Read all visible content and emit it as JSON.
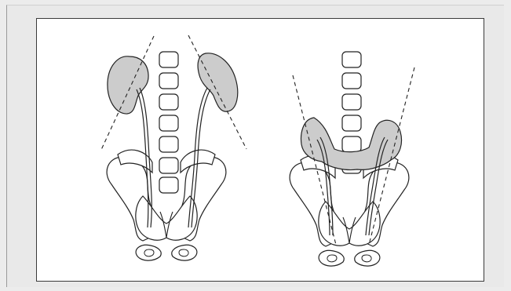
{
  "figure": {
    "background_color": "#ececec",
    "panel_color": "#ffffff",
    "line_color": "#222222",
    "kidney_fill": "#cccccc",
    "views": [
      {
        "name": "normal-kidneys",
        "kidney_shape": "separate"
      },
      {
        "name": "horseshoe-kidney",
        "kidney_shape": "fused-isthmus"
      }
    ]
  }
}
